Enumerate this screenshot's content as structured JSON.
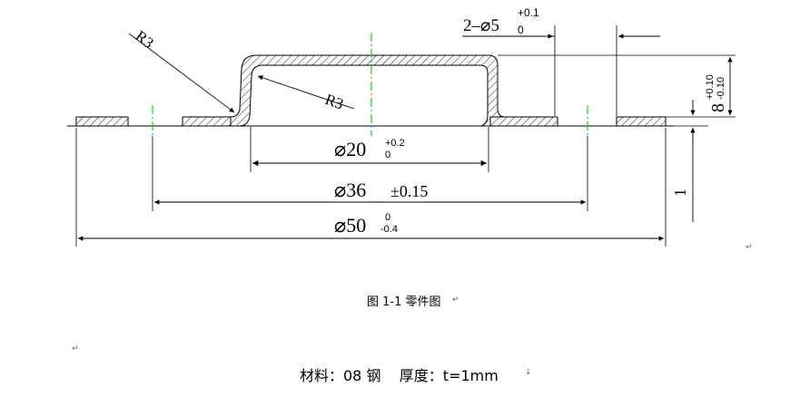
{
  "drawing": {
    "radius_outer": "R3",
    "radius_inner": "R3",
    "holes": {
      "prefix": "2–",
      "symbol": "⌀",
      "nominal": "5",
      "upper": "+0.1",
      "lower": "0"
    },
    "height": {
      "nominal": "8",
      "upper": "+0.10",
      "lower": "-0.10"
    },
    "thickness": "1",
    "boss_diameter": {
      "symbol": "⌀",
      "nominal": "20",
      "upper": "+0.2",
      "lower": "0"
    },
    "hole_circle": {
      "symbol": "⌀",
      "nominal": "36",
      "tolerance": "±0.15"
    },
    "outer_diameter": {
      "symbol": "⌀",
      "nominal": "50",
      "upper": "0",
      "lower": "-0.4"
    }
  },
  "caption": "图 1-1 零件图",
  "material_line": "材料：08 钢    厚度：t=1mm",
  "paragraph_marks": [
    "↵",
    "↵",
    "↵",
    "↓"
  ]
}
